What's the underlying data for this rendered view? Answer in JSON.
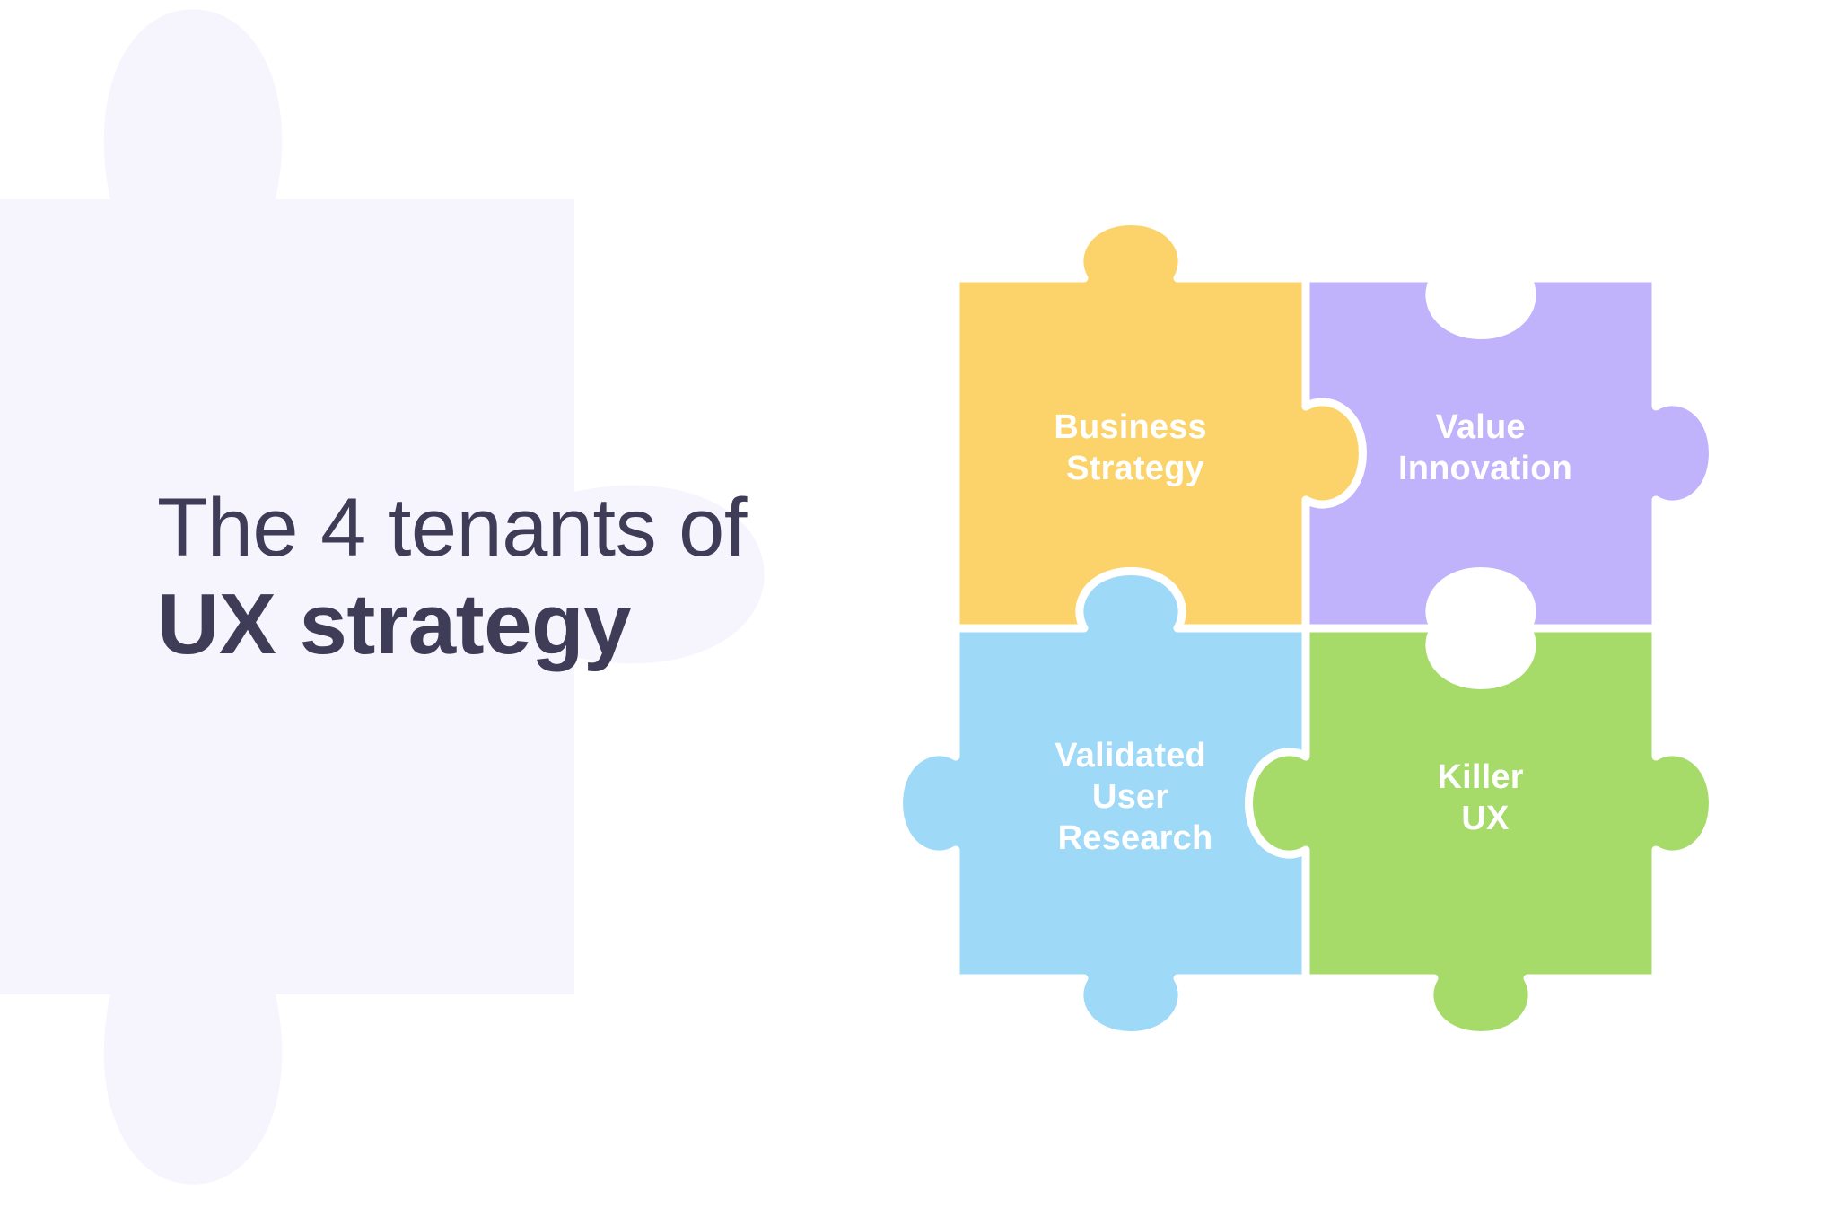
{
  "slide": {
    "background_color": "#ffffff",
    "decorative_shape_color": "#f6f4fd",
    "text_color": "#3e3c56"
  },
  "headline": {
    "line_1": "The 4 tenants of",
    "line_2": "UX strategy"
  },
  "puzzle": {
    "pieces": [
      {
        "id": "business-strategy",
        "position": "top-left",
        "color": "#fcd36a",
        "lines": [
          "Business",
          "Strategy"
        ],
        "edges": {
          "top": "tab",
          "right": "tab",
          "bottom": "notch",
          "left": "flat"
        }
      },
      {
        "id": "value-innovation",
        "position": "top-right",
        "color": "#c0b3fb",
        "lines": [
          "Value",
          "Innovation"
        ],
        "edges": {
          "top": "notch",
          "right": "tab",
          "bottom": "notch",
          "left": "notch"
        }
      },
      {
        "id": "validated-user-research",
        "position": "bottom-left",
        "color": "#9ed9f8",
        "lines": [
          "Validated",
          "User",
          "Research"
        ],
        "edges": {
          "top": "tab",
          "right": "notch",
          "bottom": "tab",
          "left": "tab"
        }
      },
      {
        "id": "killer-ux",
        "position": "bottom-right",
        "color": "#a6db6a",
        "lines": [
          "Killer",
          "UX"
        ],
        "edges": {
          "top": "notch",
          "right": "tab",
          "bottom": "tab",
          "left": "tab"
        }
      }
    ]
  }
}
